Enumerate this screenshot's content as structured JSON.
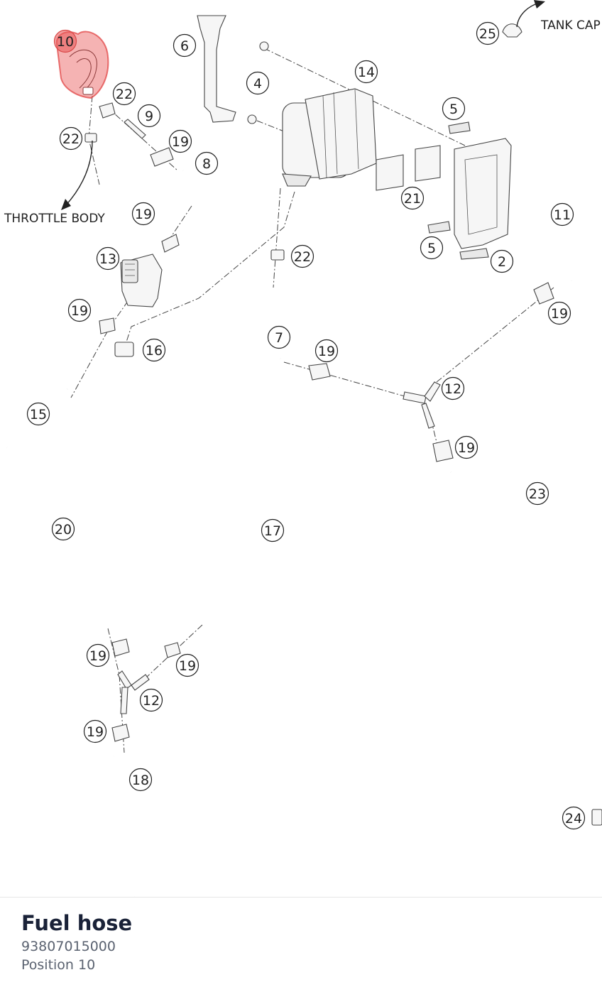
{
  "diagram": {
    "labels": {
      "throttle_body": "THROTTLE BODY",
      "tank_cap": "TANK CAP"
    },
    "callouts": [
      "10",
      "6",
      "4",
      "14",
      "25",
      "22",
      "9",
      "22",
      "19",
      "8",
      "5",
      "19",
      "13",
      "22",
      "21",
      "11",
      "5",
      "2",
      "19",
      "16",
      "7",
      "19",
      "19",
      "12",
      "15",
      "19",
      "23",
      "20",
      "17",
      "19",
      "19",
      "12",
      "19",
      "18",
      "24"
    ],
    "selected_callout": "10",
    "highlight_color": "#e85656"
  },
  "part": {
    "name": "Fuel hose",
    "number": "93807015000",
    "position": "Position 10"
  }
}
